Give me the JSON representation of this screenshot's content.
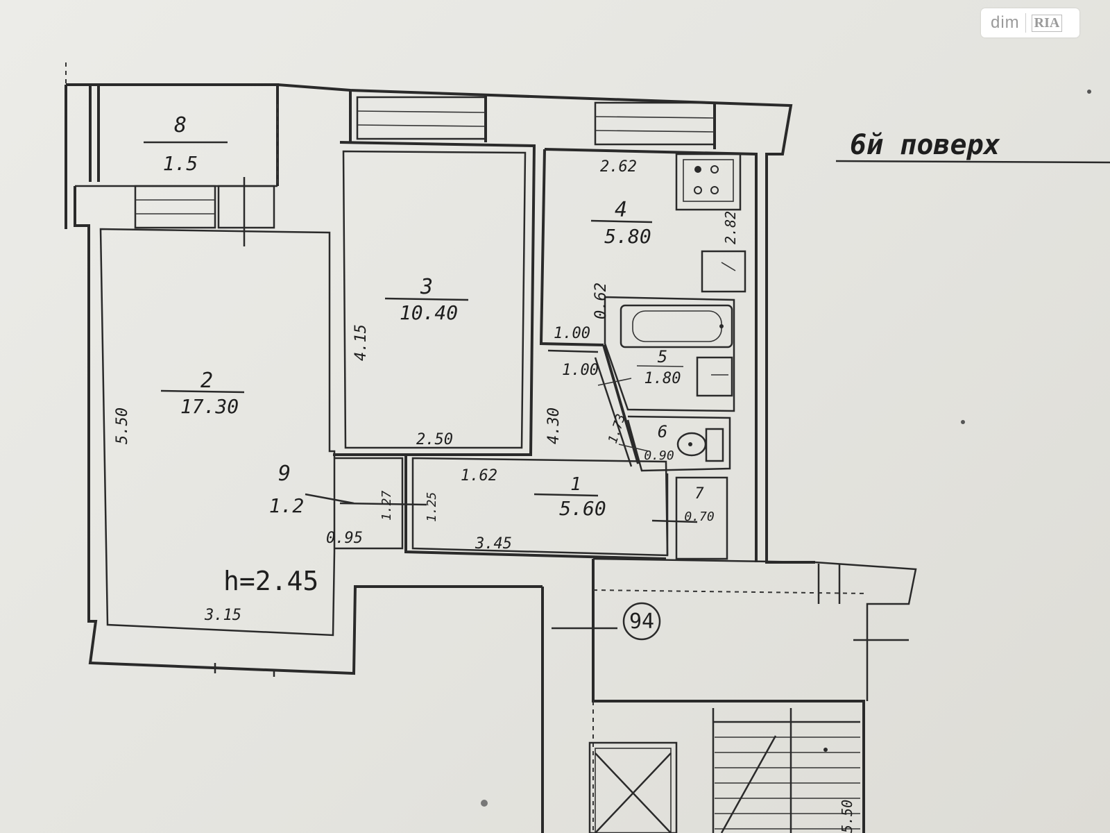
{
  "logo": {
    "brand": "dim",
    "sub_brand": "RIA"
  },
  "floor_title": "6й поверх",
  "ceiling_height": "h=2.45",
  "apartment_number": "94",
  "rooms": [
    {
      "number": "1",
      "area": "5.60"
    },
    {
      "number": "2",
      "area": "17.30"
    },
    {
      "number": "3",
      "area": "10.40"
    },
    {
      "number": "4",
      "area": "5.80"
    },
    {
      "number": "5",
      "area": "1.80"
    },
    {
      "number": "6",
      "area": "0.90"
    },
    {
      "number": "7",
      "area": "0.70"
    },
    {
      "number": "8",
      "area": "1.5"
    },
    {
      "number": "9",
      "area": "1.2"
    }
  ],
  "dimensions": {
    "room2_height": "5.50",
    "room2_width": "3.15",
    "room3_height": "4.15",
    "room3_width": "2.50",
    "room4_width": "2.62",
    "room4_height": "2.82",
    "wall_062": "0.62",
    "door_100_a": "1.00",
    "door_100_b": "1.00",
    "corridor_430": "4.30",
    "corridor_162": "1.62",
    "corridor_345": "3.45",
    "diag_173": "1.73",
    "dim_127": "1.27",
    "dim_125": "1.25",
    "dim_095": "0.95",
    "stair_dim": "5.50"
  }
}
